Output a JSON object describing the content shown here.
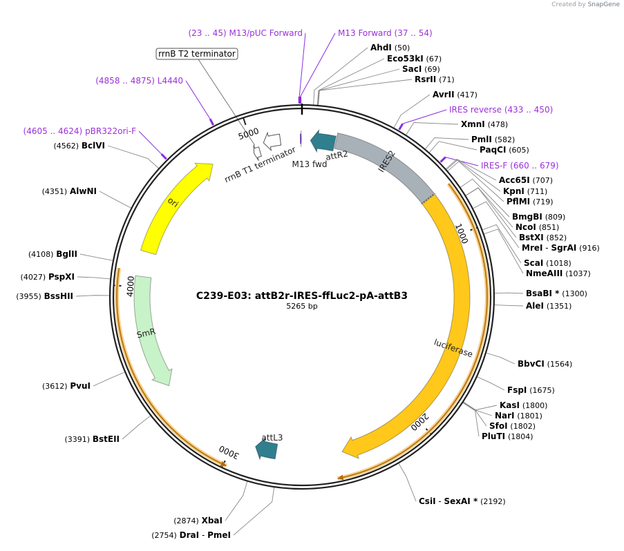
{
  "watermark": {
    "prefix": "Created by",
    "brand": "SnapGene"
  },
  "plasmid": {
    "name": "C239-E03: attB2r-IRES-ffLuc2-pA-attB3",
    "size_label": "5265 bp",
    "length": 5265
  },
  "ticks": [
    {
      "pos": 1000,
      "label": "1000"
    },
    {
      "pos": 2000,
      "label": "2000"
    },
    {
      "pos": 3000,
      "label": "3000"
    },
    {
      "pos": 4000,
      "label": "4000"
    },
    {
      "pos": 5000,
      "label": "5000"
    }
  ],
  "features": [
    {
      "name": "IRES2",
      "start": 180,
      "end": 760,
      "dir": 0,
      "color": "#a8b0b8",
      "ring": "outer"
    },
    {
      "name": "luciferase",
      "start": 765,
      "end": 2420,
      "dir": 1,
      "color": "#ffc81a",
      "ring": "outer"
    },
    {
      "name": "SmR",
      "start": 3455,
      "end": 4055,
      "dir": -1,
      "color": "#c8f2c8",
      "ring": "outer"
    },
    {
      "name": "ori",
      "start": 4185,
      "end": 4770,
      "dir": 1,
      "color": "#ffff00",
      "ring": "outer"
    },
    {
      "name": "attR2",
      "start": 45,
      "end": 175,
      "dir": -1,
      "color": "#2f7f8f",
      "ring": "outer"
    },
    {
      "name": "attL3",
      "start": 2770,
      "end": 2885,
      "dir": 1,
      "color": "#2f7f8f",
      "ring": "outer"
    },
    {
      "name": "M13 fwd",
      "start": 5256,
      "end": 5262,
      "dir": 1,
      "color": "#8a2be2",
      "ring": "outer"
    },
    {
      "name": "rrnB T1 terminator",
      "start": 5060,
      "end": 5150,
      "dir": -1,
      "color": "#ffffff",
      "ring": "outer"
    },
    {
      "name": "rrnB T2 terminator",
      "start": 4995,
      "end": 5030,
      "dir": -1,
      "color": "#ffffff",
      "ring": "inner"
    }
  ],
  "orange_arcs": [
    {
      "start": 765,
      "end": 2470,
      "dir": 1
    },
    {
      "start": 2985,
      "end": 4080,
      "dir": -1
    }
  ],
  "primers": [
    {
      "pos": 5254,
      "label": "M13/pUC Forward",
      "range": "(23 .. 45)"
    },
    {
      "pos": 5258,
      "label": "M13 Forward",
      "range": "(37 .. 54)"
    },
    {
      "pos": 441,
      "label": "IRES reverse",
      "range": "(433 .. 450)"
    },
    {
      "pos": 669,
      "label": "IRES-F",
      "range": "(660 .. 679)"
    },
    {
      "pos": 4866,
      "label": "L4440",
      "range": "(4858 .. 4875)"
    },
    {
      "pos": 4614,
      "label": "pBR322ori-F",
      "range": "(4605 .. 4624)"
    }
  ],
  "enzymes": [
    {
      "name": "AhdI",
      "pos": "(50)",
      "site": 50
    },
    {
      "name": "Eco53kI",
      "pos": "(67)",
      "site": 67
    },
    {
      "name": "SacI",
      "pos": "(69)",
      "site": 69
    },
    {
      "name": "RsrII",
      "pos": "(71)",
      "site": 71
    },
    {
      "name": "AvrII",
      "pos": "(417)",
      "site": 417
    },
    {
      "name": "XmnI",
      "pos": "(478)",
      "site": 478
    },
    {
      "name": "PmlI",
      "pos": "(582)",
      "site": 582
    },
    {
      "name": "PaqCI",
      "pos": "(605)",
      "site": 605
    },
    {
      "name": "Acc65I",
      "pos": "(707)",
      "site": 707
    },
    {
      "name": "KpnI",
      "pos": "(711)",
      "site": 711
    },
    {
      "name": "PflMI",
      "pos": "(719)",
      "site": 719
    },
    {
      "name": "BmgBI",
      "pos": "(809)",
      "site": 809
    },
    {
      "name": "NcoI",
      "pos": "(851)",
      "site": 851
    },
    {
      "name": "BstXI",
      "pos": "(852)",
      "site": 852
    },
    {
      "name": "MreI",
      "name2": "SgrAI",
      "pos": "(916)",
      "site": 916
    },
    {
      "name": "ScaI",
      "pos": "(1018)",
      "site": 1018
    },
    {
      "name": "NmeAIII",
      "pos": "(1037)",
      "site": 1037
    },
    {
      "name": "BsaBI",
      "star": "*",
      "pos": "(1300)",
      "site": 1300
    },
    {
      "name": "AleI",
      "pos": "(1351)",
      "site": 1351
    },
    {
      "name": "BbvCI",
      "pos": "(1564)",
      "site": 1564
    },
    {
      "name": "FspI",
      "pos": "(1675)",
      "site": 1675
    },
    {
      "name": "KasI",
      "pos": "(1800)",
      "site": 1800
    },
    {
      "name": "NarI",
      "pos": "(1801)",
      "site": 1801
    },
    {
      "name": "SfoI",
      "pos": "(1802)",
      "site": 1802
    },
    {
      "name": "PluTI",
      "pos": "(1804)",
      "site": 1804
    },
    {
      "name": "CsiI",
      "name2": "SexAI",
      "star": "*",
      "pos": "(2192)",
      "site": 2192
    },
    {
      "name": "XbaI",
      "pos": "(2874)",
      "site": 2874
    },
    {
      "name": "DraI",
      "name2": "PmeI",
      "pos": "(2754)",
      "site": 2754
    },
    {
      "name": "BstEII",
      "pos": "(3391)",
      "site": 3391
    },
    {
      "name": "PvuI",
      "pos": "(3612)",
      "site": 3612
    },
    {
      "name": "BssHII",
      "pos": "(3955)",
      "site": 3955
    },
    {
      "name": "PspXI",
      "pos": "(4027)",
      "site": 4027
    },
    {
      "name": "BglII",
      "pos": "(4108)",
      "site": 4108
    },
    {
      "name": "AlwNI",
      "pos": "(4351)",
      "site": 4351
    },
    {
      "name": "BclVI",
      "pos": "(4562)",
      "site": 4562
    }
  ]
}
